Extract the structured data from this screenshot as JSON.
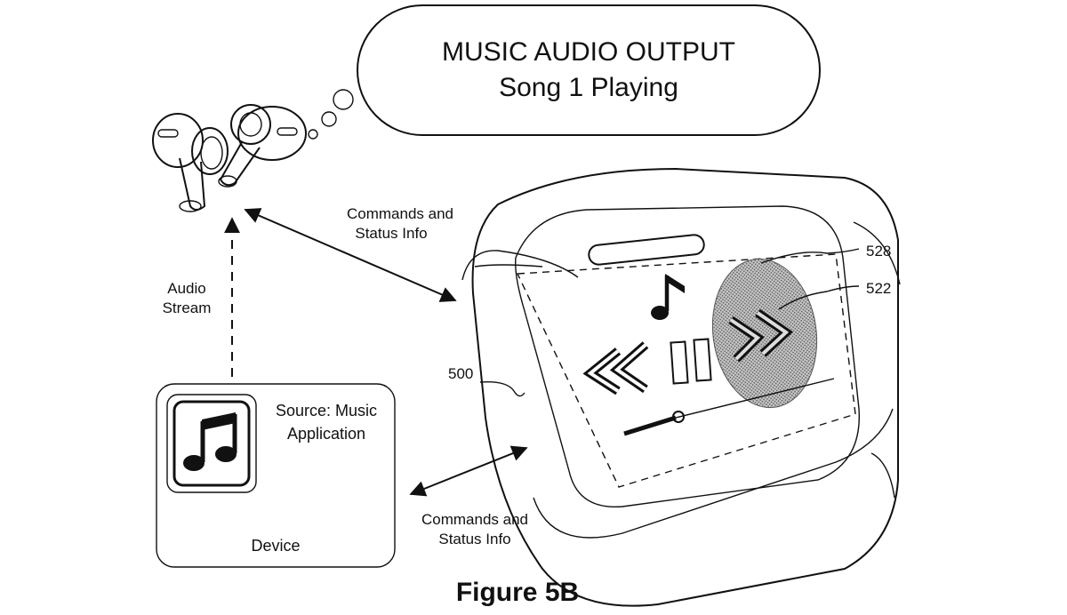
{
  "bubble": {
    "line1": "MUSIC AUDIO OUTPUT",
    "line2": "Song 1 Playing"
  },
  "arrows": {
    "top_label_line1": "Commands and",
    "top_label_line2": "Status Info",
    "bottom_label_line1": "Commands and",
    "bottom_label_line2": "Status Info",
    "audio_label_line1": "Audio",
    "audio_label_line2": "Stream"
  },
  "device": {
    "source_line1": "Source: Music",
    "source_line2": "Application",
    "label": "Device",
    "app_icon": "music-notes-icon"
  },
  "case": {
    "ref_case": "500",
    "ref_touch": "528",
    "ref_control": "522",
    "note_icon": "music-note-icon",
    "controls": [
      "rewind-icon",
      "pause-icon",
      "fast-forward-icon"
    ]
  },
  "caption": "Figure 5B",
  "colors": {
    "ink": "#111111",
    "touch_fill": "#9a9a9a"
  }
}
